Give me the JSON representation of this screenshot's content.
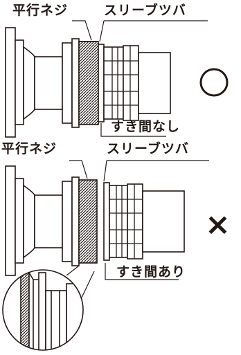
{
  "top": {
    "label_left": "平行ネジ",
    "label_right": "スリーブツバ",
    "gap_label": "すき間なし",
    "verdict_icon": "circle-ok-icon"
  },
  "bottom": {
    "label_left": "平行ネジ",
    "label_right": "スリーブツバ",
    "gap_label": "すき間あり",
    "verdict_icon": "cross-ng-icon",
    "verdict_text": "×"
  },
  "colors": {
    "line": "#231815",
    "fill": "#ffffff"
  }
}
